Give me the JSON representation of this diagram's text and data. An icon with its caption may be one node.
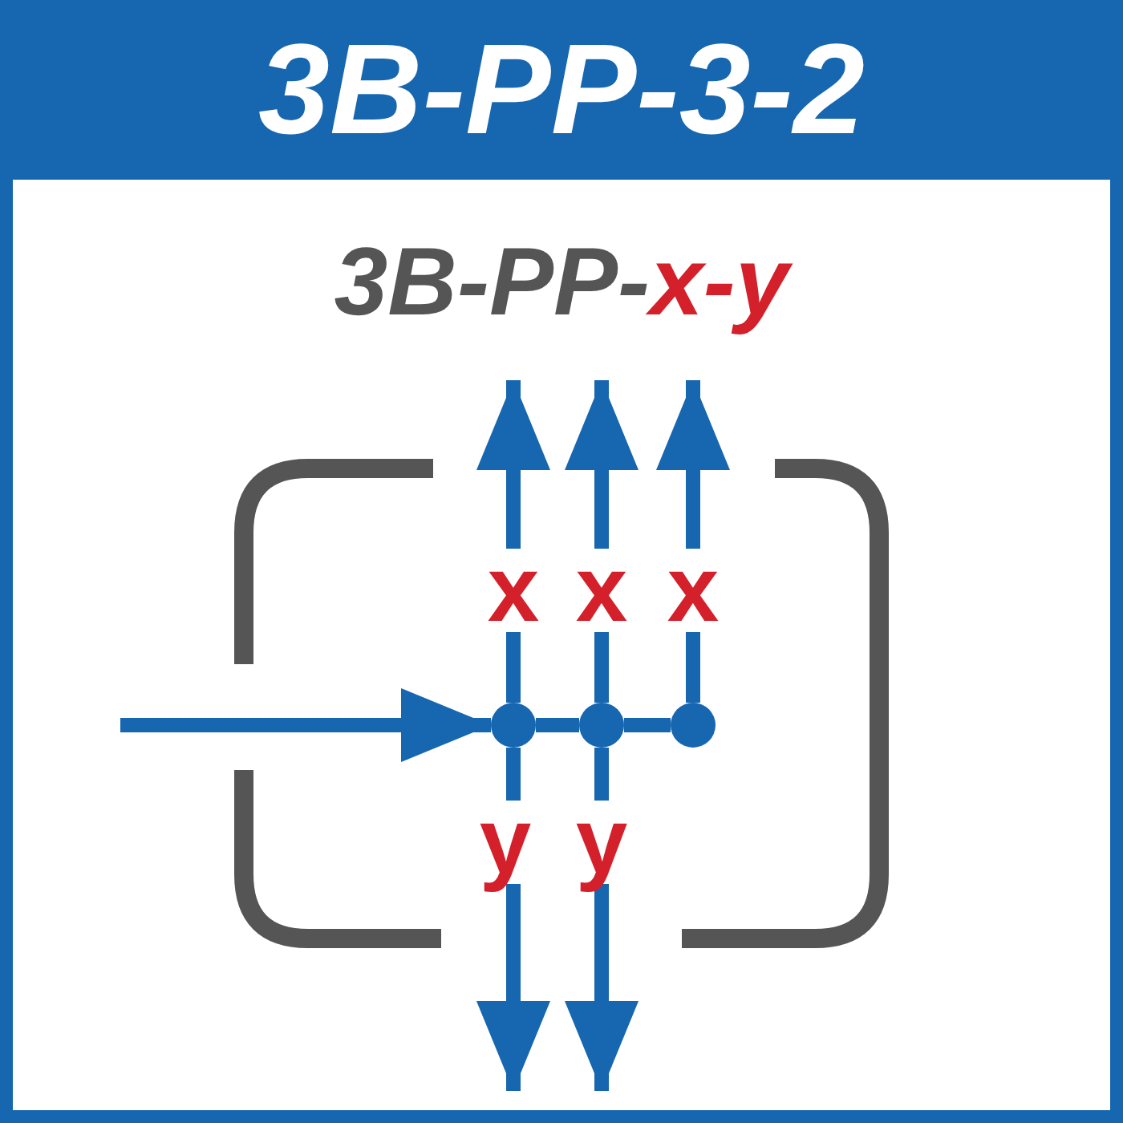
{
  "diagram": {
    "title": "3B-PP-3-2",
    "nodes": [
      {
        "text": [],
        "shape": "circle"
      },
      {
        "text": [],
        "shape": "circle"
      },
      {
        "text": [],
        "shape": "circle"
      }
    ],
    "edges": [
      {
        "from": null,
        "to": 0,
        "arrow": "to"
      },
      {
        "from": 0,
        "to": 1,
        "arrow": "none"
      },
      {
        "from": 1,
        "to": 2,
        "arrow": "none"
      },
      {
        "from": 0,
        "to": null,
        "arrow": "to",
        "label": "x"
      },
      {
        "from": 1,
        "to": null,
        "arrow": "to",
        "label": "x"
      },
      {
        "from": 2,
        "to": null,
        "arrow": "to",
        "label": "x"
      },
      {
        "from": 0,
        "to": null,
        "arrow": "to",
        "label": "y"
      },
      {
        "from": 1,
        "to": null,
        "arrow": "to",
        "label": "y"
      }
    ],
    "labels": [
      "3B-PP-",
      "x-y"
    ]
  }
}
